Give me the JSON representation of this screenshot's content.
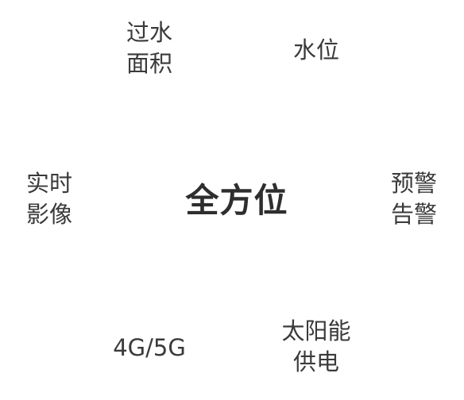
{
  "center": {
    "label": "全方位"
  },
  "nodes": {
    "guoshui": "过水\n面积",
    "shuiwei": "水位",
    "shishi": "实时\n影像",
    "yujing": "预警\n告警",
    "network": "4G/5G",
    "solar": "太阳能\n供电"
  },
  "colors": {
    "text": "#3a3a3a",
    "center_text": "#2e2e2e",
    "background": "#ffffff"
  }
}
